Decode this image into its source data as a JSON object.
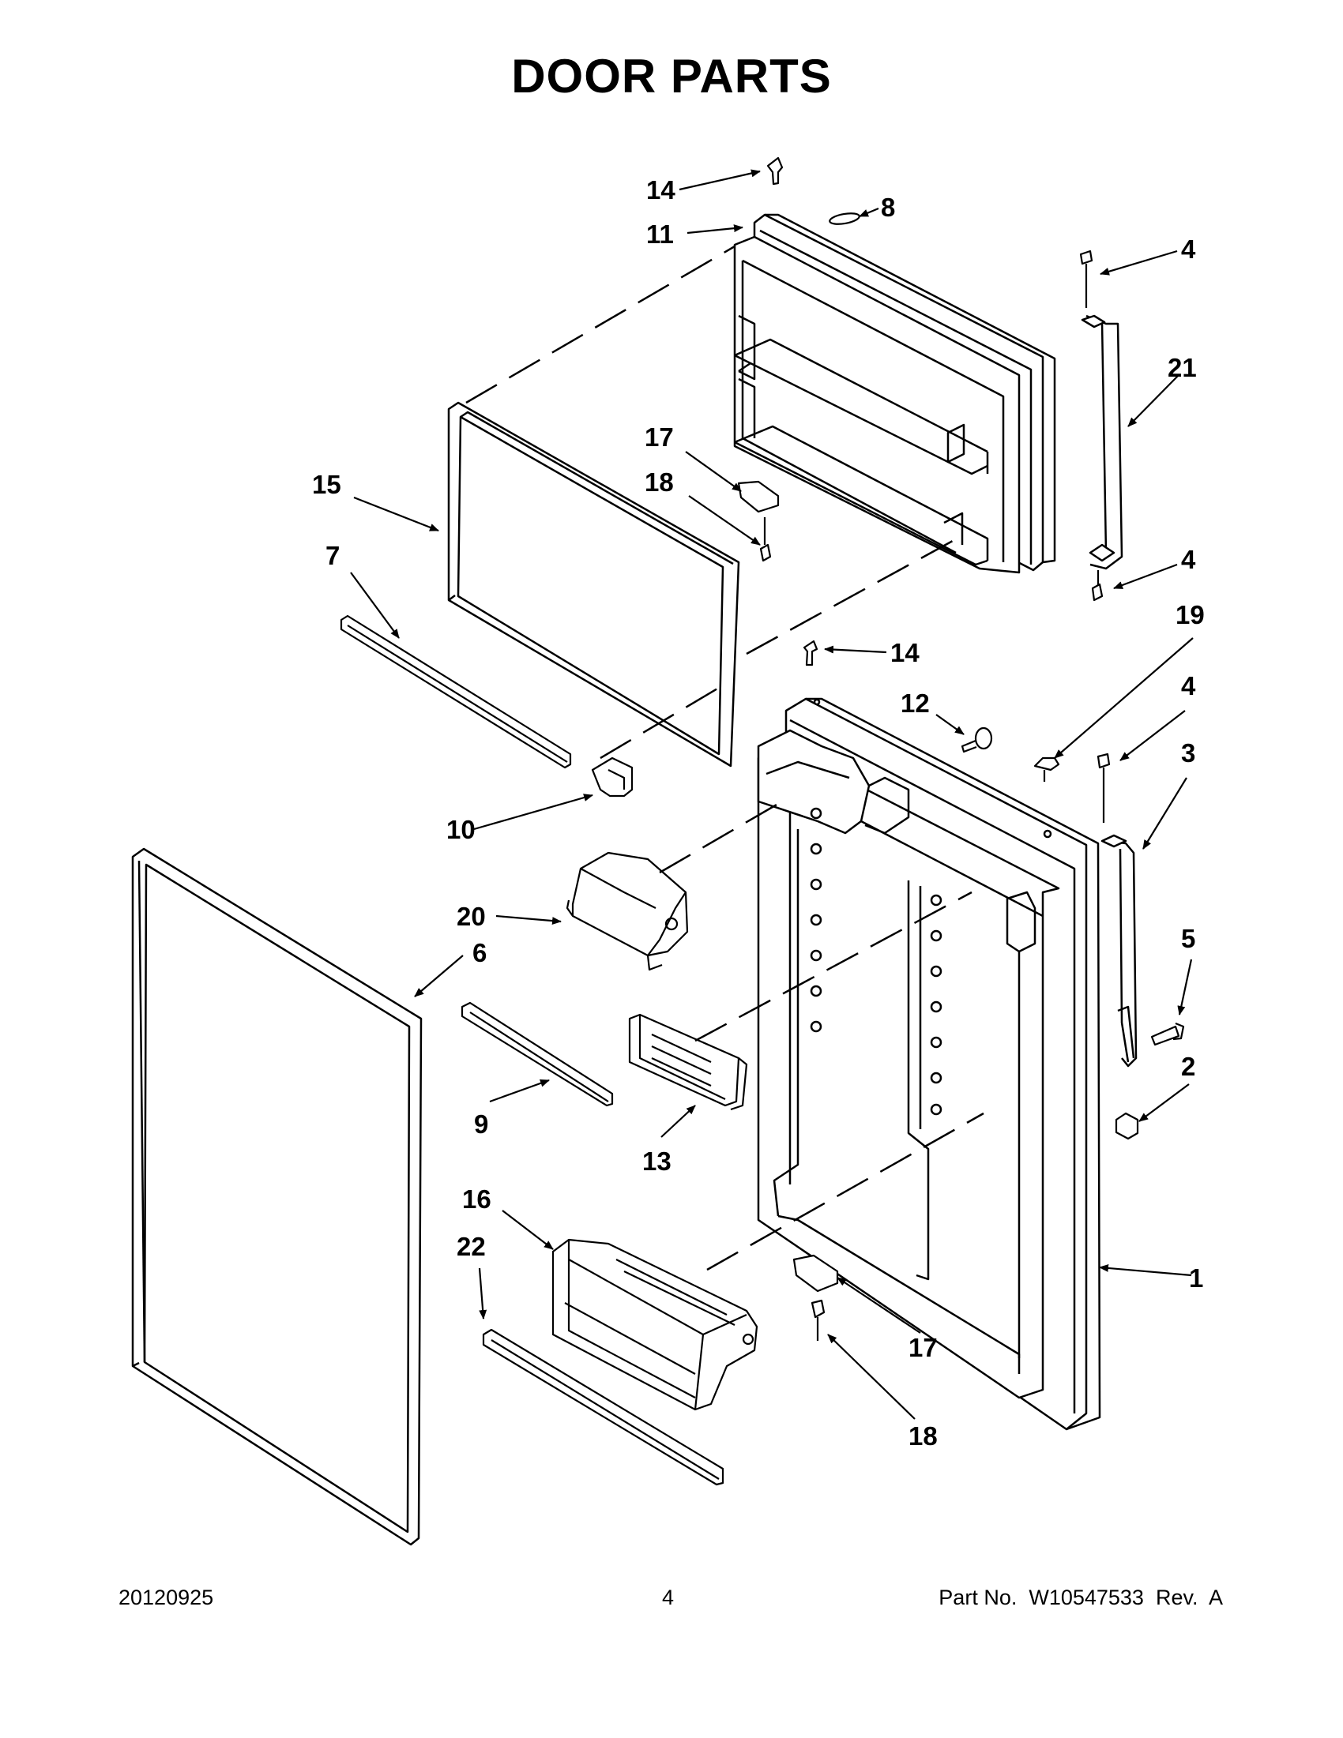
{
  "title": "DOOR PARTS",
  "callouts": [
    {
      "id": "c14a",
      "label": "14"
    },
    {
      "id": "c11",
      "label": "11"
    },
    {
      "id": "c8",
      "label": "8"
    },
    {
      "id": "c4a",
      "label": "4"
    },
    {
      "id": "c21",
      "label": "21"
    },
    {
      "id": "c17a",
      "label": "17"
    },
    {
      "id": "c18a",
      "label": "18"
    },
    {
      "id": "c15",
      "label": "15"
    },
    {
      "id": "c7",
      "label": "7"
    },
    {
      "id": "c4b",
      "label": "4"
    },
    {
      "id": "c19",
      "label": "19"
    },
    {
      "id": "c14b",
      "label": "14"
    },
    {
      "id": "c12",
      "label": "12"
    },
    {
      "id": "c4c",
      "label": "4"
    },
    {
      "id": "c3",
      "label": "3"
    },
    {
      "id": "c10",
      "label": "10"
    },
    {
      "id": "c20",
      "label": "20"
    },
    {
      "id": "c6",
      "label": "6"
    },
    {
      "id": "c5",
      "label": "5"
    },
    {
      "id": "c2",
      "label": "2"
    },
    {
      "id": "c9",
      "label": "9"
    },
    {
      "id": "c13",
      "label": "13"
    },
    {
      "id": "c16",
      "label": "16"
    },
    {
      "id": "c22",
      "label": "22"
    },
    {
      "id": "c1",
      "label": "1"
    },
    {
      "id": "c17b",
      "label": "17"
    },
    {
      "id": "c18b",
      "label": "18"
    }
  ],
  "footer": {
    "date": "20120925",
    "page": "4",
    "part_no": "Part No.  W10547533  Rev.  A"
  }
}
